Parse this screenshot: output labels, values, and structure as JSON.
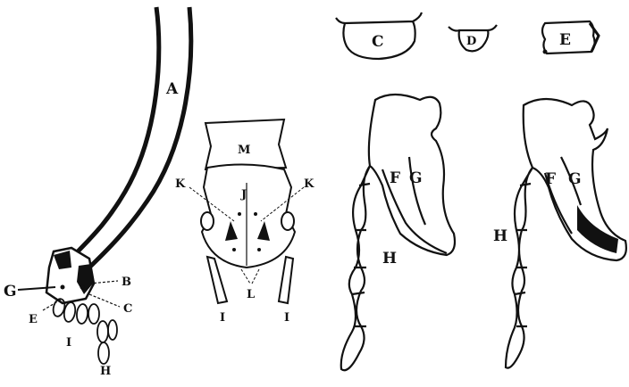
{
  "figure": {
    "labels": {
      "A": "A",
      "B": "B",
      "C": "C",
      "D": "D",
      "E": "E",
      "F": "F",
      "G": "G",
      "H": "H",
      "I": "I",
      "J": "J",
      "K": "K",
      "L": "L",
      "M": "M"
    }
  }
}
